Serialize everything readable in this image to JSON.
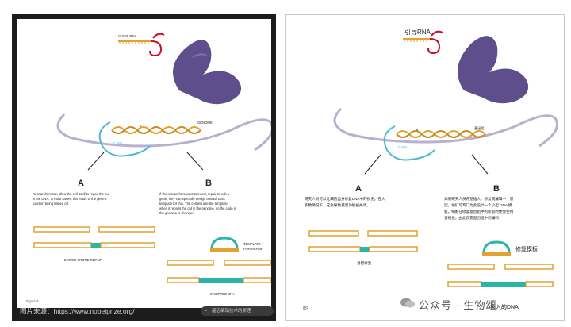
{
  "left": {
    "guide_rna_label": "GUIDE RNA",
    "genome_label": "GENOME",
    "cas9_label": "Cas9",
    "cut_mark": "✕",
    "label_a": "A",
    "label_b": "B",
    "text_a": [
      "Researchers can allow the cell itself to repair the cut",
      "in the DNA. In most cases, this leads to the gene's",
      "function being turned off."
    ],
    "text_b": [
      "If the researchers want to insert, repair or edit a",
      "gene, they can specially design a small DNA",
      "template for this. The cell will use the template",
      "when it repairs the cut in the genome, so the code in",
      "the genome is changed."
    ],
    "error_prone_label": "ERROR-PRONE REPAIR",
    "template_label_1": "TEMPLATE",
    "template_label_2": "FOR REPAIR",
    "inserted_label": "INSERTED DNA",
    "figure_label": "Figure 3",
    "source_text": "图片来源：https://www.nobelprize.org/",
    "search_text": "基因编辑技术的原理"
  },
  "right": {
    "guide_rna_label": "引导RNA",
    "genome_label": "基因组",
    "cas9_label": "Cas9",
    "cut_mark": "✕",
    "label_a": "A",
    "label_b": "B",
    "text_a": [
      "研究人员可以让细胞自身修复DNA中的损伤。在大",
      "多数情况下，这会导致基因功能被关闭。"
    ],
    "text_b": [
      "如果研究人员希望插入、修复或编辑一个基",
      "因，他们可专门为此设计一个小型 DNA 模",
      "板。细胞在修复基因组中的断裂时便会使用",
      "该模板，由此改变基因组中的编码"
    ],
    "error_prone_label": "易错修复",
    "template_label": "修复模板",
    "inserted_label": "插入的DNA",
    "figure_label": "图3"
  },
  "watermark": "公众号 · 生物颂",
  "colors": {
    "dna_orange": "#e3a12f",
    "dna_teal": "#2bb4a8",
    "rna_red": "#c8102e",
    "chromosome": "#5e4f8c",
    "arc": "#b7b0cf",
    "cas9": "#4cb8d1"
  }
}
